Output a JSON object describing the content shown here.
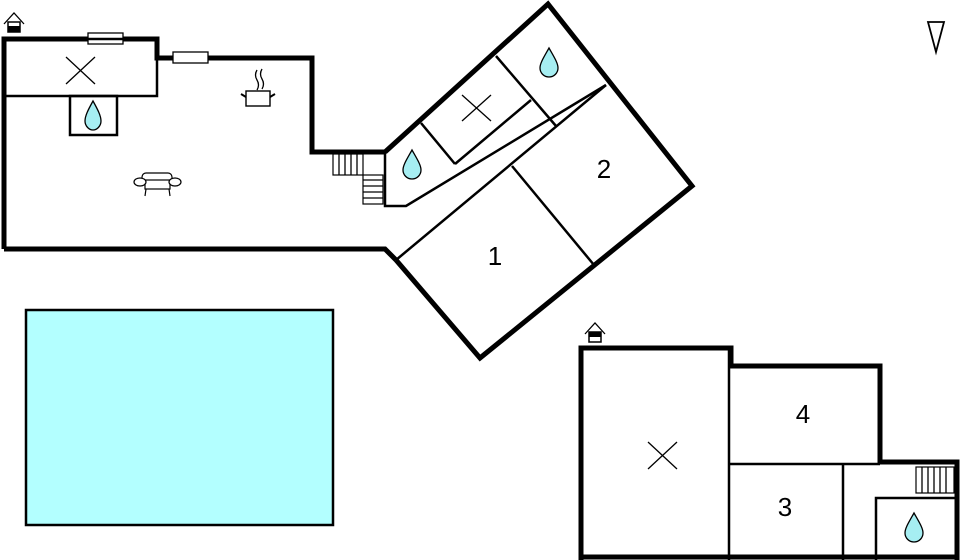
{
  "plan": {
    "rooms": [
      {
        "id": "bedroom-1",
        "label": "1"
      },
      {
        "id": "bedroom-2",
        "label": "2"
      },
      {
        "id": "bedroom-3",
        "label": "3"
      },
      {
        "id": "bedroom-4",
        "label": "4"
      }
    ],
    "icons": {
      "entrance": "house-entrance-icon",
      "bathroom": "water-drop-icon",
      "kitchen": "cooking-pot-icon",
      "living": "sofa-icon",
      "unused": "x-cross-icon",
      "stairs": "stairs-icon",
      "window": "window-icon",
      "north": "north-arrow-icon"
    },
    "colors": {
      "wall": "#000000",
      "pool": "#b3ffff",
      "water_drop": "#a6eef2",
      "background": "#ffffff"
    }
  }
}
